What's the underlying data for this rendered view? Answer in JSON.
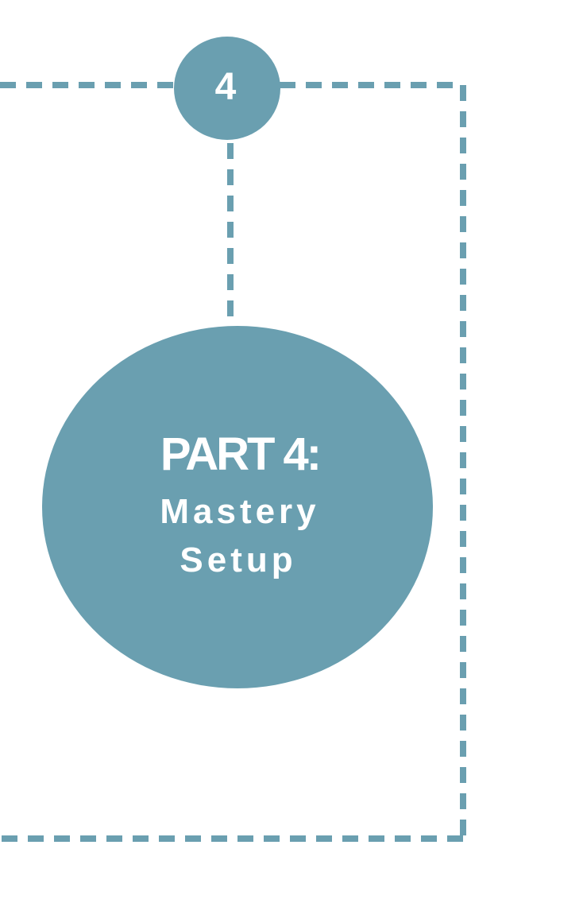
{
  "colors": {
    "accent": "#6a9fb0",
    "background": "#ffffff",
    "text_on_accent": "#ffffff"
  },
  "step": {
    "number": "4"
  },
  "part": {
    "title": "PART 4:",
    "subtitle_line1": "Mastery",
    "subtitle_line2": "Setup"
  }
}
